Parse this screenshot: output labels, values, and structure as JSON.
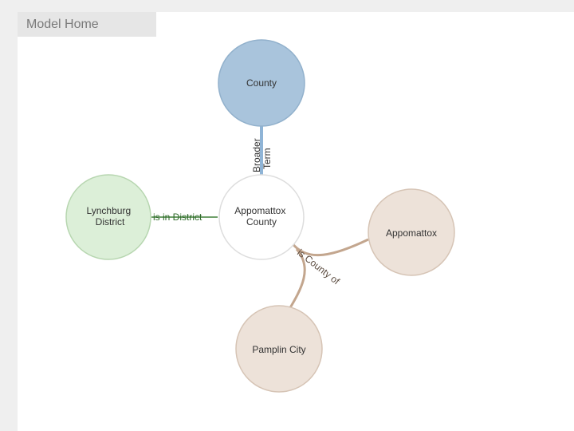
{
  "header": {
    "home_label": "Model Home"
  },
  "colors": {
    "county_fill": "#a9c4dc",
    "county_stroke": "#92b1cc",
    "district_fill": "#dcefd8",
    "district_stroke": "#b7d6b0",
    "place_fill": "#ede2d9",
    "place_stroke": "#d6c4b5",
    "center_fill": "#ffffff",
    "center_stroke": "#dddddd",
    "edge_broader": "#8fb4d6",
    "edge_district": "#6f9f6a",
    "edge_county_of": "#c3a68e"
  },
  "graph": {
    "nodes": {
      "county": {
        "line1": "County"
      },
      "district": {
        "line1": "Lynchburg",
        "line2": "District"
      },
      "center": {
        "line1": "Appomattox",
        "line2": "County"
      },
      "appomattox": {
        "line1": "Appomattox"
      },
      "pamplin": {
        "line1": "Pamplin City"
      }
    },
    "edges": {
      "broader": {
        "line1": "Broader",
        "line2": "Term"
      },
      "district": {
        "label": "is in District"
      },
      "county_of": {
        "label": "is County of"
      }
    }
  }
}
